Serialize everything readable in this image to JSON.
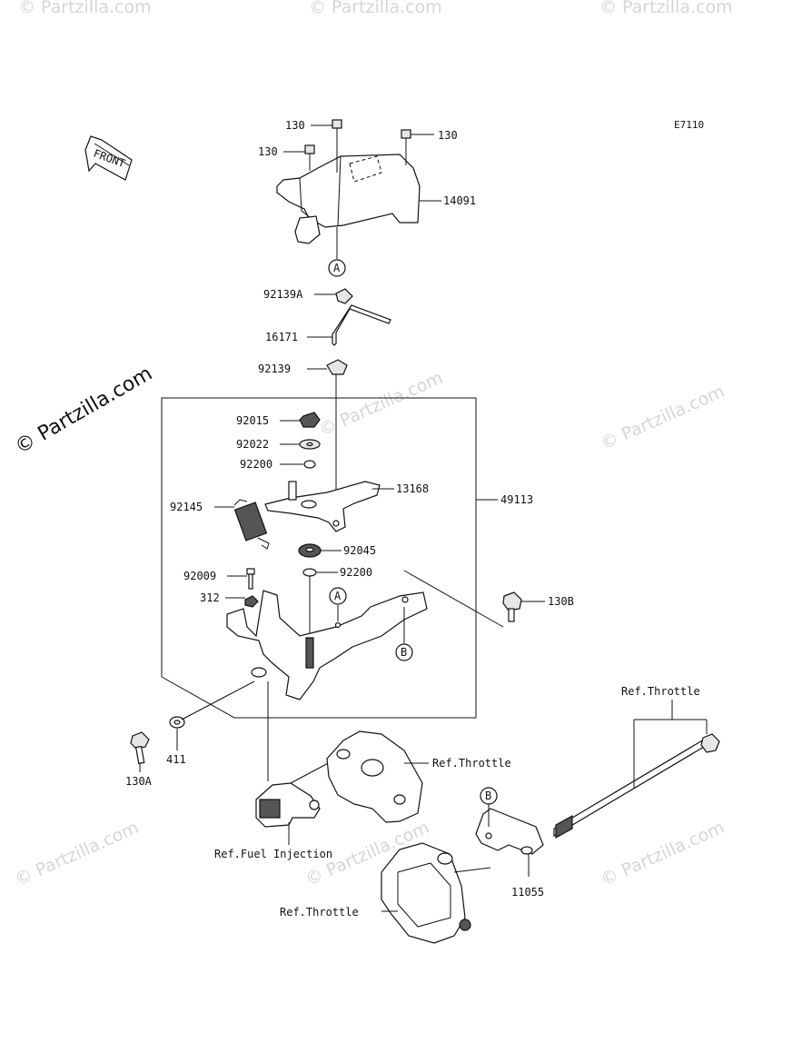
{
  "diagram_code": "E7110",
  "front_label": "FRONT",
  "watermark_main": "© Partzilla.com",
  "watermark_faint": "© Partzilla.com",
  "callouts": {
    "A": "A",
    "B": "B"
  },
  "parts": {
    "p130_top": "130",
    "p130_right": "130",
    "p130_left": "130",
    "p14091": "14091",
    "p92139A": "92139A",
    "p16171": "16171",
    "p92139": "92139",
    "p92015": "92015",
    "p92022": "92022",
    "p92200_a": "92200",
    "p13168": "13168",
    "p49113": "49113",
    "p92145": "92145",
    "p92045": "92045",
    "p92009": "92009",
    "p92200_b": "92200",
    "p312": "312",
    "p130B": "130B",
    "p130A": "130A",
    "p411": "411",
    "p11055": "11055"
  },
  "refs": {
    "throttle_top": "Ref.Throttle",
    "throttle_mid": "Ref.Throttle",
    "throttle_bottom": "Ref.Throttle",
    "fuel_injection": "Ref.Fuel Injection"
  }
}
